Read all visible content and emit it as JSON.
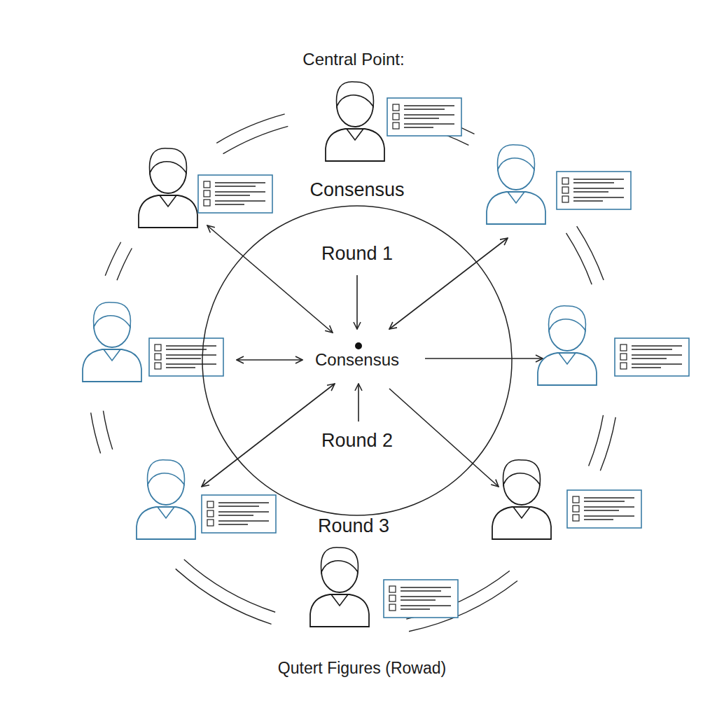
{
  "diagram": {
    "title": "Central Point:",
    "caption": "Qutert Figures (Rowad)",
    "nodes": [
      {
        "text": [
          "Consensus",
          "Round 1",
          "Consensus",
          "Round 2"
        ]
      }
    ],
    "labels": [
      "Round 3"
    ]
  }
}
